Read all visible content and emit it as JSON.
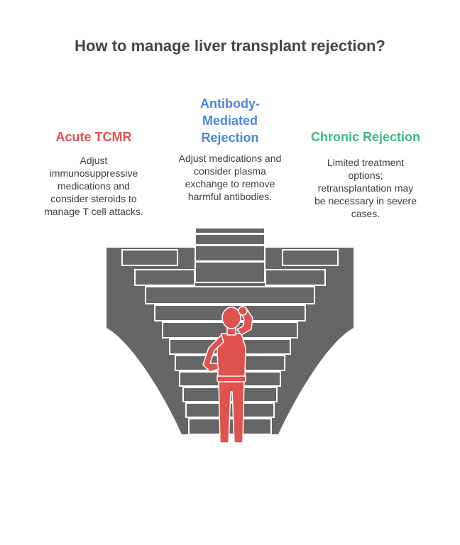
{
  "title": "How to manage liver transplant rejection?",
  "columns": [
    {
      "heading": "Acute TCMR",
      "lines": [
        "Adjust",
        "immunosuppressive",
        "medications and",
        "consider steroids to",
        "manage T cell attacks."
      ],
      "color": "#e0524f"
    },
    {
      "heading_lines": [
        "Antibody-",
        "Mediated",
        "Rejection"
      ],
      "lines": [
        "Adjust medications and",
        "consider plasma",
        "exchange to remove",
        "harmful antibodies."
      ],
      "color": "#4a86d9"
    },
    {
      "heading": "Chronic Rejection",
      "lines": [
        "Limited treatment",
        "options;",
        "retransplantation may",
        "be necessary in severe",
        "cases."
      ],
      "color": "#3dbb7f"
    }
  ],
  "colors": {
    "stair_fill": "#666666",
    "stair_edge": "#ffffff",
    "person": "#e0524f"
  },
  "icons": {
    "illustration": "person-at-bottom-of-stairs-icon"
  }
}
